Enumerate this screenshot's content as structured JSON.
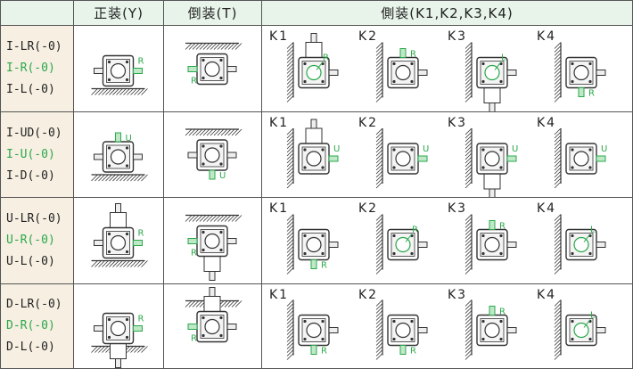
{
  "header": {
    "blank": "",
    "col_y": "正装(Y)",
    "col_t": "倒装(T)",
    "col_side": "側装(K1,K2,K3,K4)"
  },
  "side_labels": [
    "K1",
    "K2",
    "K3",
    "K4"
  ],
  "colors": {
    "green": "#2aa84a",
    "line": "#333333",
    "header_bg": "#e8f4ea",
    "label_bg": "#f6efe2"
  },
  "rows": [
    {
      "labels": [
        "I-LR(-0)",
        "I-R(-0)",
        "I-L(-0)"
      ],
      "highlight": 1,
      "marks": {
        "y": "R",
        "t": "R",
        "k": [
          "R",
          "R",
          "L",
          "R"
        ]
      }
    },
    {
      "labels": [
        "I-UD(-0)",
        "I-U(-0)",
        "I-D(-0)"
      ],
      "highlight": 1,
      "marks": {
        "y": "U",
        "t": "U",
        "k": [
          "U",
          "U",
          "U",
          "U"
        ]
      }
    },
    {
      "labels": [
        "U-LR(-0)",
        "U-R(-0)",
        "U-L(-0)"
      ],
      "highlight": 1,
      "marks": {
        "y": "R",
        "t": "R",
        "k": [
          "R",
          "R",
          "R",
          "L"
        ]
      }
    },
    {
      "labels": [
        "D-LR(-0)",
        "D-R(-0)",
        "D-L(-0)"
      ],
      "highlight": 1,
      "marks": {
        "y": "R",
        "t": "R",
        "k": [
          "R",
          "R",
          "R",
          "L"
        ]
      }
    }
  ]
}
